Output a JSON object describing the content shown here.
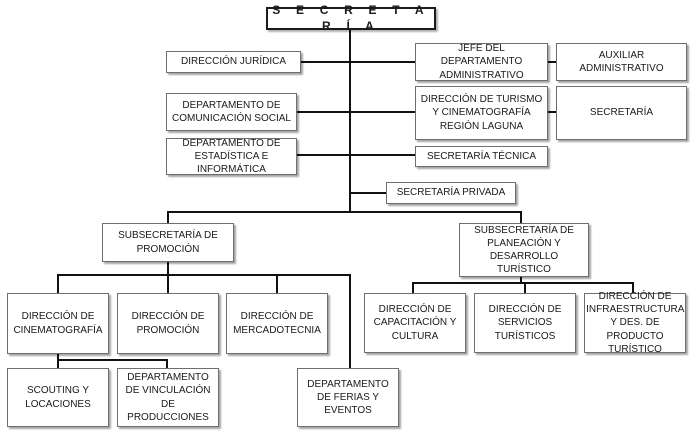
{
  "chart": {
    "root": "S E C R E T A R Í A",
    "units": [
      {
        "id": "juridica",
        "label": "DIRECCIÓN JURÍDICA"
      },
      {
        "id": "comunicacion",
        "label": "DEPARTAMENTO DE COMUNICACIÓN SOCIAL"
      },
      {
        "id": "estadistica",
        "label": "DEPARTAMENTO DE ESTADÍSTICA E INFORMÁTICA"
      },
      {
        "id": "jefe-admin",
        "label": "JEFE DEL DEPARTAMENTO ADMINISTRATIVO"
      },
      {
        "id": "auxiliar",
        "label": "AUXILIAR ADMINISTRATIVO"
      },
      {
        "id": "turismo-laguna",
        "label": "DIRECCIÓN DE TURISMO Y CINEMATOGRAFÍA REGIÓN LAGUNA"
      },
      {
        "id": "secretaria-2",
        "label": "SECRETARÍA"
      },
      {
        "id": "tecnica",
        "label": "SECRETARÍA TÉCNICA"
      },
      {
        "id": "privada",
        "label": "SECRETARÍA PRIVADA"
      },
      {
        "id": "sub-promocion",
        "label": "SUBSECRETARÍA DE PROMOCIÓN"
      },
      {
        "id": "sub-planeacion",
        "label": "SUBSECRETARÍA DE PLANEACIÓN Y DESARROLLO TURÍSTICO"
      },
      {
        "id": "cinematografia",
        "label": "DIRECCIÓN DE CINEMATOGRAFÍA"
      },
      {
        "id": "promocion",
        "label": "DIRECCIÓN DE PROMOCIÓN"
      },
      {
        "id": "mercadotecnia",
        "label": "DIRECCIÓN DE MERCADOTECNIA"
      },
      {
        "id": "capacitacion",
        "label": "DIRECCIÓN DE CAPACITACIÓN Y CULTURA"
      },
      {
        "id": "servicios",
        "label": "DIRECCIÓN DE SERVICIOS TURÍSTICOS"
      },
      {
        "id": "infraestructura",
        "label": "DIRECCIÓN DE INFRAESTRUCTURA Y DES. DE PRODUCTO TURÍSTICO"
      },
      {
        "id": "scouting",
        "label": "SCOUTING Y LOCACIONES"
      },
      {
        "id": "vinculacion",
        "label": "DEPARTAMENTO DE VINCULACIÓN DE PRODUCCIONES"
      },
      {
        "id": "ferias",
        "label": "DEPARTAMENTO DE FERIAS Y EVENTOS"
      }
    ],
    "links": [
      [
        "root",
        "juridica"
      ],
      [
        "root",
        "comunicacion"
      ],
      [
        "root",
        "estadistica"
      ],
      [
        "root",
        "jefe-admin"
      ],
      [
        "jefe-admin",
        "auxiliar"
      ],
      [
        "root",
        "turismo-laguna"
      ],
      [
        "turismo-laguna",
        "secretaria-2"
      ],
      [
        "root",
        "tecnica"
      ],
      [
        "root",
        "privada"
      ],
      [
        "root",
        "sub-promocion"
      ],
      [
        "root",
        "sub-planeacion"
      ],
      [
        "sub-promocion",
        "cinematografia"
      ],
      [
        "sub-promocion",
        "promocion"
      ],
      [
        "sub-promocion",
        "mercadotecnia"
      ],
      [
        "sub-promocion",
        "ferias"
      ],
      [
        "sub-planeacion",
        "capacitacion"
      ],
      [
        "sub-planeacion",
        "servicios"
      ],
      [
        "sub-planeacion",
        "infraestructura"
      ],
      [
        "cinematografia",
        "scouting"
      ],
      [
        "cinematografia",
        "vinculacion"
      ]
    ]
  }
}
